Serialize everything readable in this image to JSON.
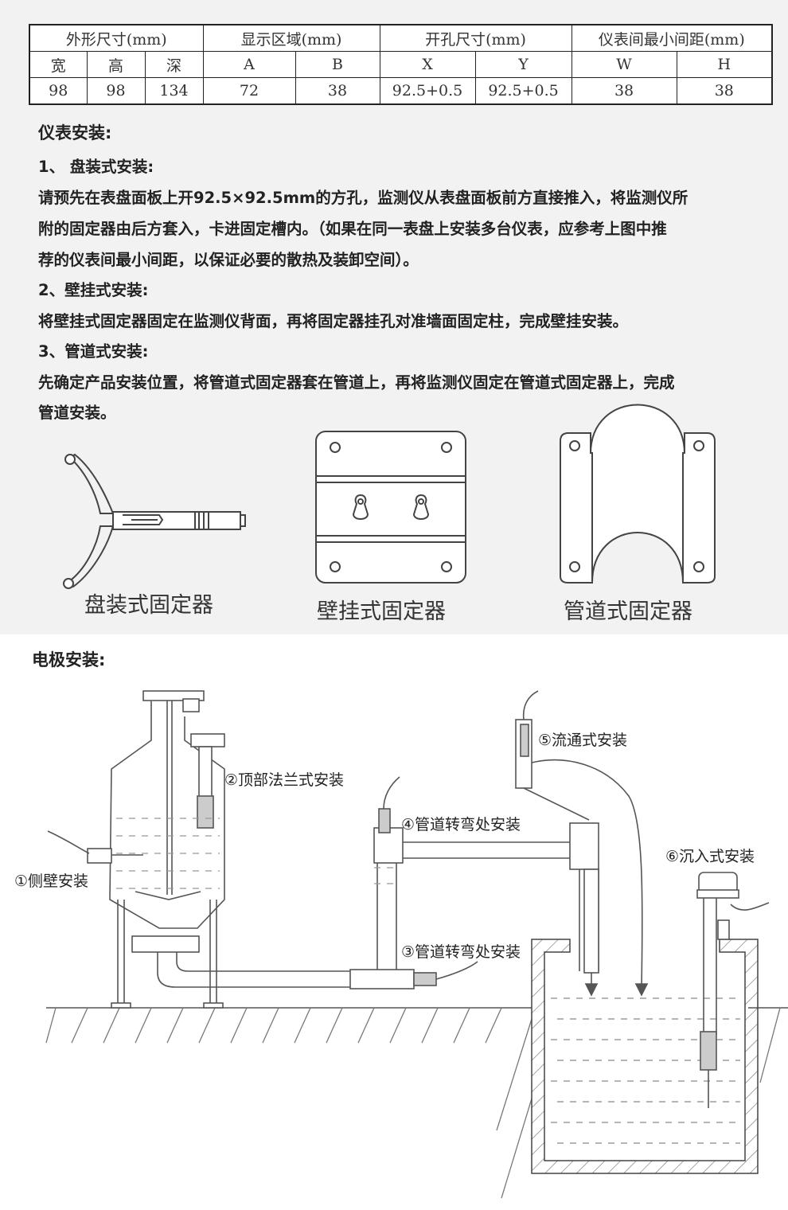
{
  "table": {
    "groups": [
      "外形尺寸(mm)",
      "显示区域(mm)",
      "开孔尺寸(mm)",
      "仪表间最小间距(mm)"
    ],
    "subheaders": [
      "宽",
      "高",
      "深",
      "A",
      "B",
      "X",
      "Y",
      "W",
      "H"
    ],
    "values": [
      "98",
      "98",
      "134",
      "72",
      "38",
      "92.5+0.5",
      "92.5+0.5",
      "38",
      "38"
    ]
  },
  "install": {
    "title": "仪表安装:",
    "s1_title": "1、 盘装式安装:",
    "s1_lines": [
      "请预先在表盘面板上开92.5×92.5mm的方孔，监测仪从表盘面板前方直接推入，将监测仪所",
      "附的固定器由后方套入，卡进固定槽内。（如果在同一表盘上安装多台仪表，应参考上图中推",
      "荐的仪表间最小间距，以保证必要的散热及装卸空间）。"
    ],
    "s2_title": "2、壁挂式安装:",
    "s2_lines": [
      "将壁挂式固定器固定在监测仪背面，再将固定器挂孔对准墙面固定柱，完成壁挂安装。"
    ],
    "s3_title": "3、管道式安装:",
    "s3_lines": [
      "先确定产品安装位置，将管道式固定器套在管道上，再将监测仪固定在管道式固定器上，完成",
      "管道安装。"
    ]
  },
  "fixtures": {
    "panel": "盘装式固定器",
    "wall": "壁挂式固定器",
    "pipe": "管道式固定器"
  },
  "electrode": {
    "title": "电极安装:",
    "labels": {
      "side": "①侧壁安装",
      "flange": "②顶部法兰式安装",
      "bend_low": "③管道转弯处安装",
      "bend_high": "④管道转弯处安装",
      "flow": "⑤流通式安装",
      "immersion": "⑥沉入式安装"
    }
  }
}
